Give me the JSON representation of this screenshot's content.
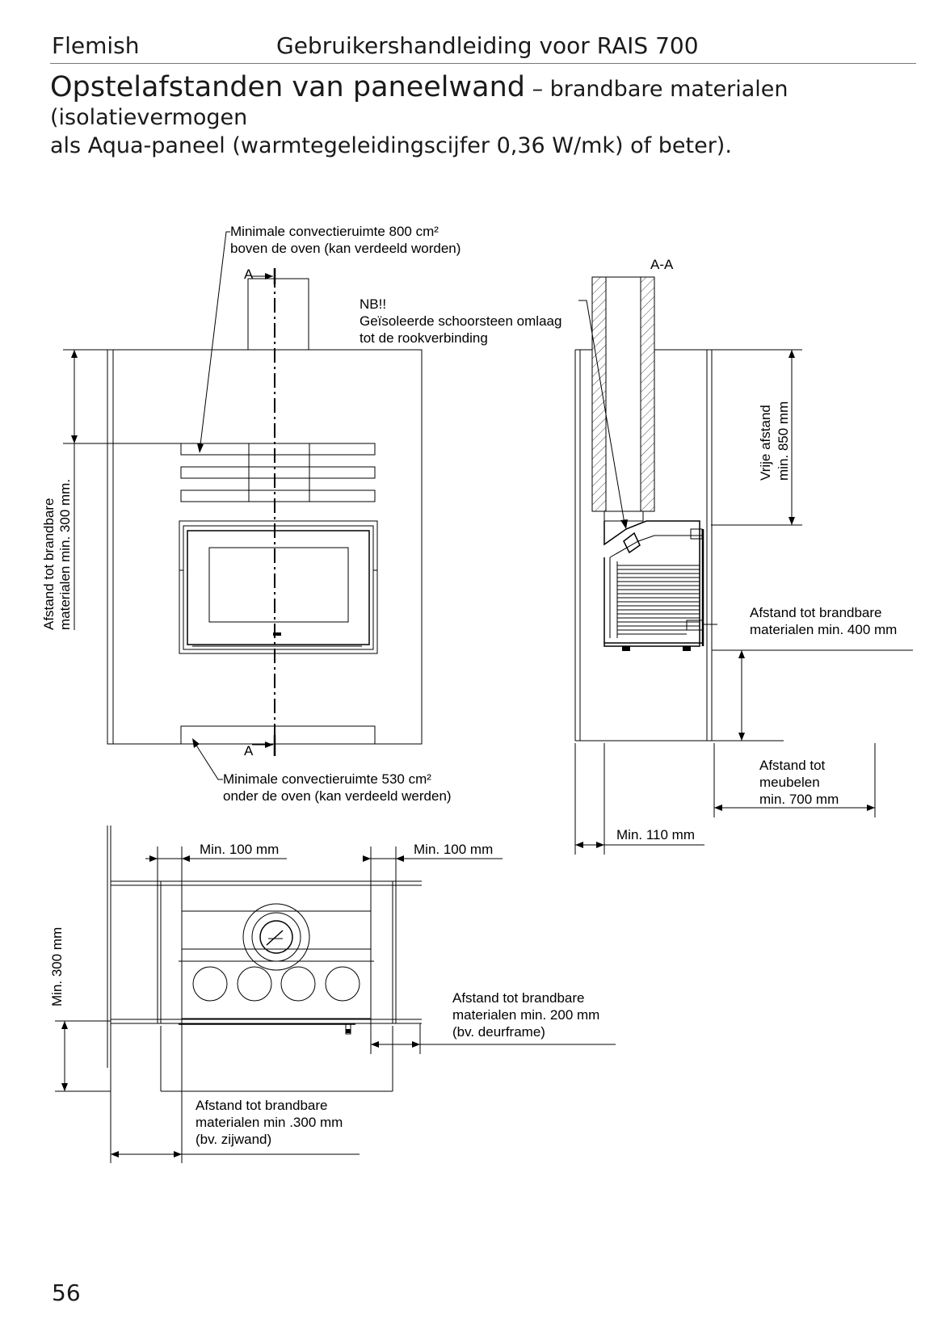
{
  "header": {
    "language": "Flemish",
    "manual_title": "Gebruikershandleiding voor RAIS 700"
  },
  "heading": {
    "title_large": "Opstelafstanden van paneelwand",
    "title_rest": " – brandbare materialen (isolatievermogen",
    "title_line2": "als Aqua-paneel (warmtegeleidingscijfer 0,36 W/mk) of beter)."
  },
  "front_view": {
    "convection_top_line1": "Minimale convectieruimte 800 cm²",
    "convection_top_line2": "boven de oven (kan verdeeld worden)",
    "section_marker_top": "A",
    "section_marker_bottom": "A",
    "vertical_dim_line1": "Afstand tot brandbare",
    "vertical_dim_line2": "materialen min. 300 mm.",
    "convection_bottom_line1": "Minimale convectieruimte 530 cm²",
    "convection_bottom_line2": "onder de oven (kan verdeeld werden)"
  },
  "section_view": {
    "title": "A-A",
    "note_line1": "NB!!",
    "note_line2": "Geïsoleerde schoorsteen omlaag",
    "note_line3": "tot de rookverbinding",
    "free_distance_line1": "Vrije afstand",
    "free_distance_line2": "min. 850 mm",
    "combustible_400_line1": "Afstand tot brandbare",
    "combustible_400_line2": "materialen min. 400 mm",
    "furniture_line1": "Afstand tot",
    "furniture_line2": "meubelen",
    "furniture_line3": "min. 700 mm",
    "min_110": "Min. 110 mm"
  },
  "plan_view": {
    "min_100_left": "Min. 100 mm",
    "min_100_right": "Min. 100 mm",
    "min_300_vertical": "Min. 300 mm",
    "door_frame_line1": "Afstand tot brandbare",
    "door_frame_line2": "materialen min. 200 mm",
    "door_frame_line3": "(bv.  deurframe)",
    "side_wall_line1": "Afstand tot brandbare",
    "side_wall_line2": "materialen min .300 mm",
    "side_wall_line3": "(bv. zijwand)"
  },
  "footer": {
    "page_number": "56"
  }
}
